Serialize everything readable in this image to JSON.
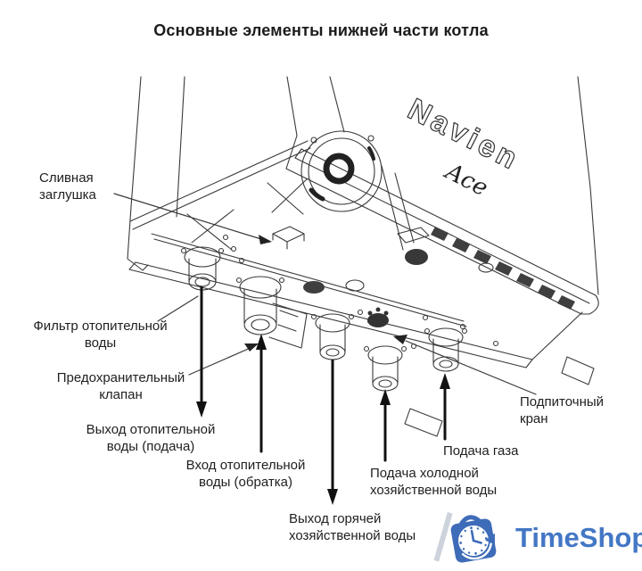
{
  "title": "Основные элементы нижней части котла",
  "brand": {
    "name": "Navien",
    "model": "Ace"
  },
  "labels": {
    "drain": {
      "l1": "Сливная",
      "l2": "заглушка"
    },
    "filter": {
      "l1": "Фильтр отопительной",
      "l2": "воды"
    },
    "safety": {
      "l1": "Предохранительный",
      "l2": "клапан"
    },
    "heat_out": {
      "l1": "Выход отопительной",
      "l2": "воды (подача)"
    },
    "heat_in": {
      "l1": "Вход отопительной",
      "l2": "воды (обратка)"
    },
    "dhw_out": {
      "l1": "Выход горячей",
      "l2": "хозяйственной воды"
    },
    "cold_in": {
      "l1": "Подача холодной",
      "l2": "хозяйственной воды"
    },
    "gas_in": {
      "l1": "Подача газа"
    },
    "makeup": {
      "l1": "Подпиточный",
      "l2": "кран"
    }
  },
  "logo": {
    "text": "TimeShop"
  },
  "colors": {
    "logo_blue": "#4377c5",
    "line_art": "#3a3a3a",
    "label_text": "#1f1f1f"
  }
}
